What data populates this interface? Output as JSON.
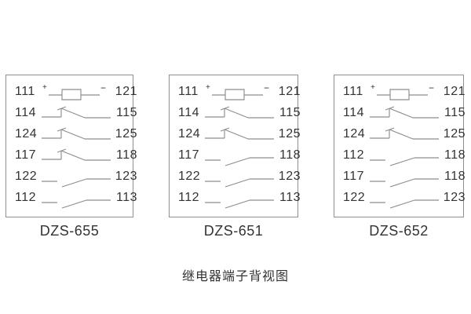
{
  "caption": "继电器端子背视图",
  "colors": {
    "background": "#ffffff",
    "line": "#8d8d8d",
    "border": "#8f8f8f",
    "text": "#333333"
  },
  "polarity": {
    "plus": "+",
    "minus": "−"
  },
  "boxes": [
    {
      "label": "DZS-655",
      "rows": [
        {
          "left": "111",
          "right": "121",
          "symbol": "coil"
        },
        {
          "left": "114",
          "right": "115",
          "symbol": "tick-contact"
        },
        {
          "left": "124",
          "right": "125",
          "symbol": "tick-contact"
        },
        {
          "left": "117",
          "right": "118",
          "symbol": "tick-contact"
        },
        {
          "left": "122",
          "right": "123",
          "symbol": "blade-contact"
        },
        {
          "left": "112",
          "right": "113",
          "symbol": "blade-contact"
        }
      ]
    },
    {
      "label": "DZS-651",
      "rows": [
        {
          "left": "111",
          "right": "121",
          "symbol": "coil"
        },
        {
          "left": "114",
          "right": "115",
          "symbol": "tick-contact"
        },
        {
          "left": "124",
          "right": "125",
          "symbol": "tick-contact"
        },
        {
          "left": "117",
          "right": "118",
          "symbol": "blade-contact"
        },
        {
          "left": "122",
          "right": "123",
          "symbol": "blade-contact"
        },
        {
          "left": "112",
          "right": "113",
          "symbol": "blade-contact"
        }
      ]
    },
    {
      "label": "DZS-652",
      "rows": [
        {
          "left": "111",
          "right": "121",
          "symbol": "coil"
        },
        {
          "left": "114",
          "right": "115",
          "symbol": "tick-contact"
        },
        {
          "left": "124",
          "right": "125",
          "symbol": "tick-contact"
        },
        {
          "left": "112",
          "right": "118",
          "symbol": "blade-contact"
        },
        {
          "left": "117",
          "right": "118",
          "symbol": "blade-contact"
        },
        {
          "left": "122",
          "right": "123",
          "symbol": "blade-contact"
        }
      ]
    }
  ]
}
